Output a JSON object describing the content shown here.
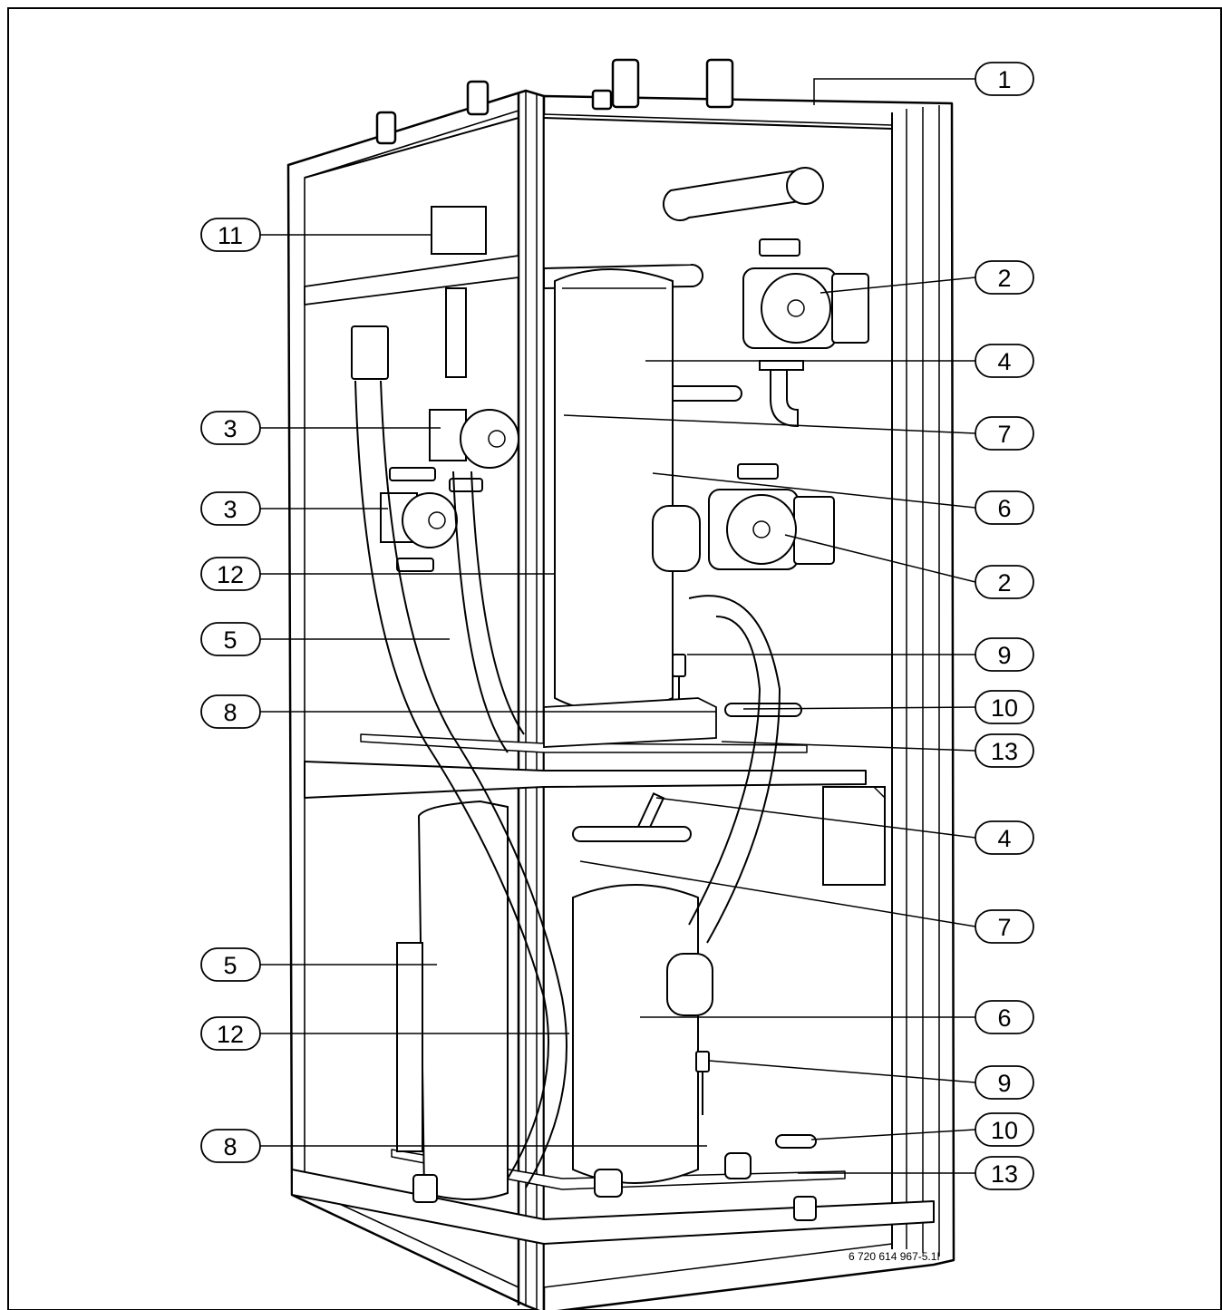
{
  "callouts": [
    {
      "id": "c1",
      "label": "1"
    },
    {
      "id": "c2a",
      "label": "2"
    },
    {
      "id": "c4a",
      "label": "4"
    },
    {
      "id": "c7a",
      "label": "7"
    },
    {
      "id": "c6a",
      "label": "6"
    },
    {
      "id": "c2b",
      "label": "2"
    },
    {
      "id": "c9a",
      "label": "9"
    },
    {
      "id": "c10a",
      "label": "10"
    },
    {
      "id": "c13a",
      "label": "13"
    },
    {
      "id": "c4b",
      "label": "4"
    },
    {
      "id": "c7b",
      "label": "7"
    },
    {
      "id": "c6b",
      "label": "6"
    },
    {
      "id": "c9b",
      "label": "9"
    },
    {
      "id": "c10b",
      "label": "10"
    },
    {
      "id": "c13b",
      "label": "13"
    },
    {
      "id": "c11",
      "label": "11"
    },
    {
      "id": "c3a",
      "label": "3"
    },
    {
      "id": "c3b",
      "label": "3"
    },
    {
      "id": "c12a",
      "label": "12"
    },
    {
      "id": "c5a",
      "label": "5"
    },
    {
      "id": "c8a",
      "label": "8"
    },
    {
      "id": "c5b",
      "label": "5"
    },
    {
      "id": "c12b",
      "label": "12"
    },
    {
      "id": "c8b",
      "label": "8"
    }
  ],
  "document_id": "6 720 614 967-5.1I",
  "colors": {
    "line": "#000000",
    "fill": "#ffffff",
    "shade": "#e8e8e8"
  }
}
